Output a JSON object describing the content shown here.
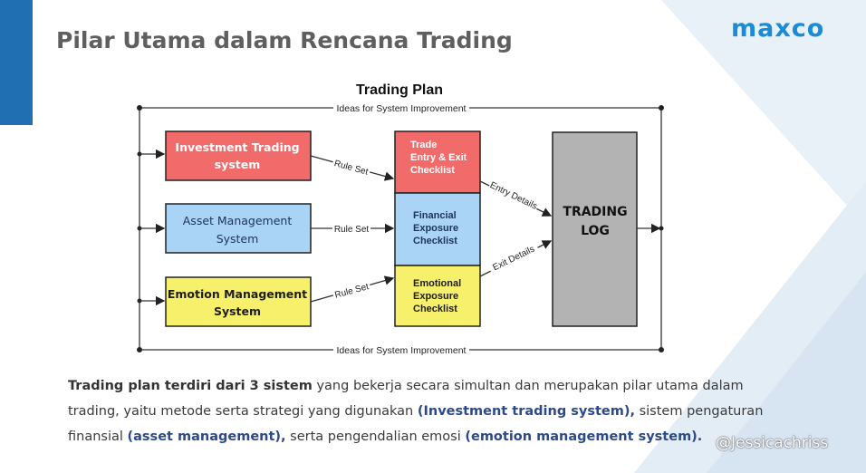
{
  "slide": {
    "title": "Pilar Utama dalam Rencana Trading",
    "logo": "maxco",
    "watermark": "@Jessicachriss",
    "colors": {
      "accent_bar": "#1f6fb2",
      "logo": "#1a8bd6"
    }
  },
  "diagram": {
    "title": "Trading Plan",
    "feedback_top": "Ideas for System Improvement",
    "feedback_bottom": "Ideas for System Improvement",
    "systems": [
      {
        "line1": "Investment Trading",
        "line2": "system",
        "color": "#f26b6b"
      },
      {
        "line1": "Asset Management",
        "line2": "System",
        "color": "#a9d4f5"
      },
      {
        "line1": "Emotion Management",
        "line2": "System",
        "color": "#f7f06a"
      }
    ],
    "rule_set_label": "Rule Set",
    "checklists": [
      {
        "lines": [
          "Trade",
          "Entry & Exit",
          "Checklist"
        ],
        "color": "#f26b6b"
      },
      {
        "lines": [
          "Financial",
          "Exposure",
          "Checklist"
        ],
        "color": "#a9d4f5"
      },
      {
        "lines": [
          "Emotional",
          "Exposure",
          "Checklist"
        ],
        "color": "#f7f06a"
      }
    ],
    "entry_details": "Entry Details",
    "exit_details": "Exit Details",
    "log": {
      "line1": "TRADING",
      "line2": "LOG",
      "color": "#b3b3b3"
    }
  },
  "description": {
    "s1": "Trading plan terdiri dari 3 sistem",
    "s2": " yang bekerja secara simultan dan merupakan pilar utama dalam trading, yaitu metode serta strategi yang digunakan ",
    "s3": "(Investment trading system),",
    "s4": " sistem pengaturan finansial ",
    "s5": "(asset management),",
    "s6": " serta pengendalian emosi ",
    "s7": "(emotion management system)."
  }
}
